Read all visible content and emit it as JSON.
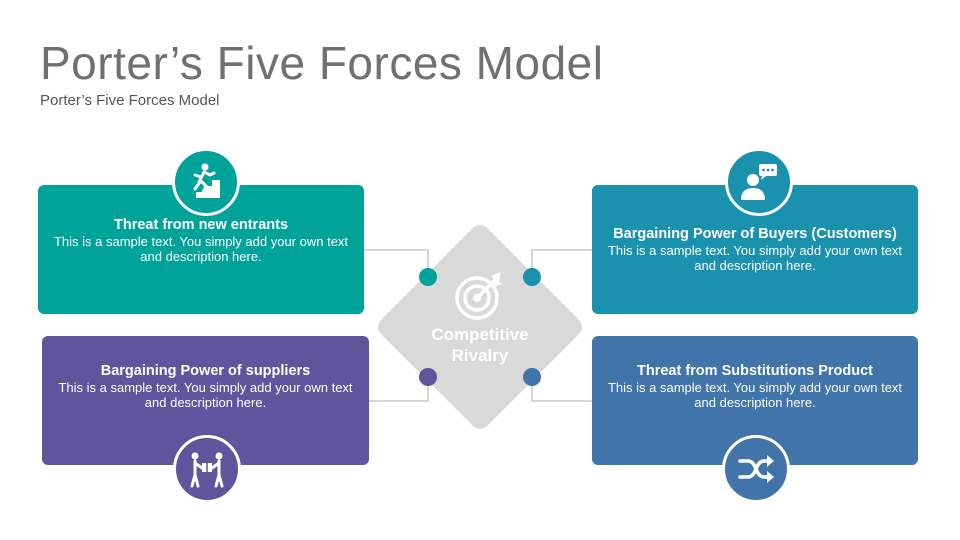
{
  "slide": {
    "title": "Porter’s Five Forces Model",
    "subtitle": "Porter’s Five Forces Model"
  },
  "center": {
    "line1": "Competitive",
    "line2": "Rivalry",
    "icon": "target-icon",
    "color": "#d9d9d9"
  },
  "forces": [
    {
      "heading": "Threat from new entrants",
      "description": "This is a sample text. You simply add your own text and description here.",
      "icon": "stairs-runner-icon",
      "color": "#00a39a"
    },
    {
      "heading": "Bargaining Power of Buyers (Customers)",
      "description": "This is a sample text. You simply add your own text and description here.",
      "icon": "customer-chat-icon",
      "color": "#1a91ad"
    },
    {
      "heading": "Bargaining Power of suppliers",
      "description": "This is a sample text. You simply add your own text and description here.",
      "icon": "handover-icon",
      "color": "#5f559c"
    },
    {
      "heading": "Threat from Substitutions Product",
      "description": "This is a sample text. You simply add your own text and description here.",
      "icon": "shuffle-icon",
      "color": "#4174a8"
    }
  ]
}
